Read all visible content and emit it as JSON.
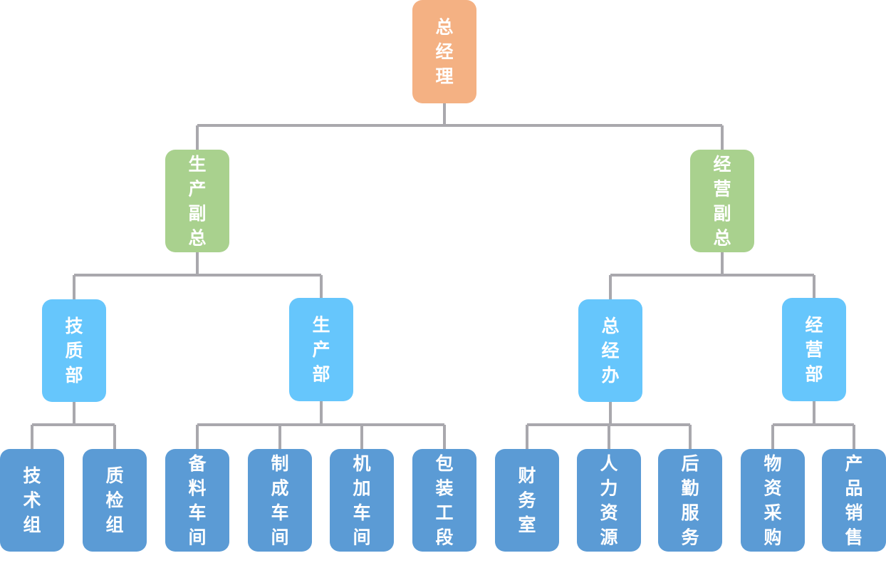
{
  "colors": {
    "connector": "#a9a8ad",
    "level0": "#f4b183",
    "level1": "#a9d18e",
    "level2": "#66c6fc",
    "level3": "#5b9bd5",
    "text": "#ffffff"
  },
  "org": {
    "root": {
      "label": "总经理",
      "level": 0
    },
    "vice_presidents": [
      {
        "label": "生产副总",
        "level": 1,
        "departments": [
          {
            "label": "技质部",
            "level": 2,
            "units": [
              {
                "label": "技术组"
              },
              {
                "label": "质检组"
              }
            ]
          },
          {
            "label": "生产部",
            "level": 2,
            "units": [
              {
                "label": "备料车间"
              },
              {
                "label": "制成车间"
              },
              {
                "label": "机加车间"
              },
              {
                "label": "包装工段"
              }
            ]
          }
        ]
      },
      {
        "label": "经营副总",
        "level": 1,
        "departments": [
          {
            "label": "总经办",
            "level": 2,
            "units": [
              {
                "label": "财务室"
              },
              {
                "label": "人力资源"
              },
              {
                "label": "后勤服务"
              }
            ]
          },
          {
            "label": "经营部",
            "level": 2,
            "units": [
              {
                "label": "物资采购"
              },
              {
                "label": "产品销售"
              }
            ]
          }
        ]
      }
    ]
  }
}
